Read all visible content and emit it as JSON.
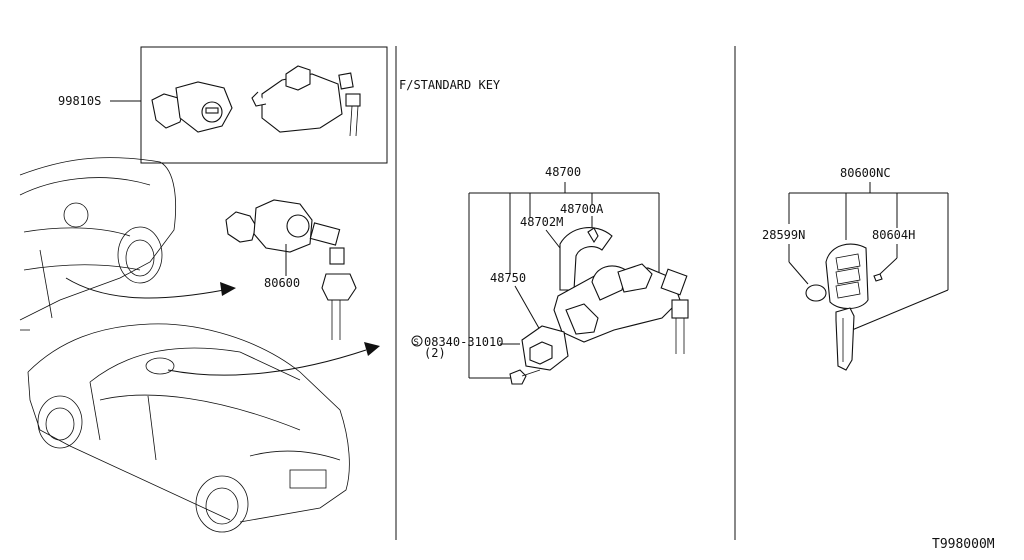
{
  "diagram": {
    "section_note": "F/STANDARD KEY",
    "drawing_code": "T998000M",
    "labels": {
      "kit": "99810S",
      "lock_set": "80600",
      "steering_lock": "48700",
      "lock_part_a": "48700A",
      "lock_part_m": "48702M",
      "switch": "48750",
      "bolt_code": "08340-31010",
      "bolt_symbol": "S",
      "bolt_qty": "(2)",
      "key_set": "80600NC",
      "battery": "28599N",
      "key_part": "80604H"
    }
  }
}
